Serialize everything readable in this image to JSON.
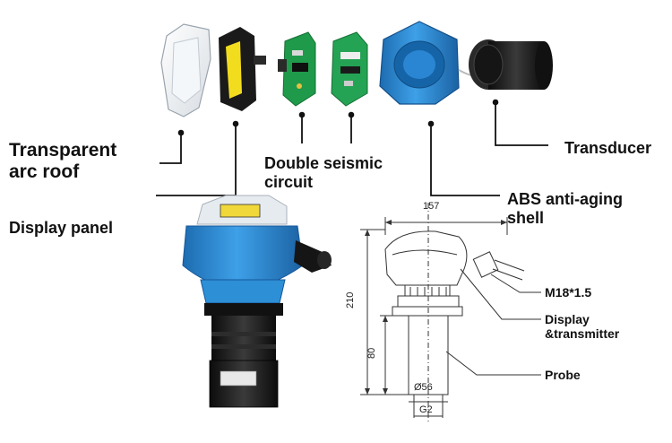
{
  "labels": {
    "transparent_arc_roof": [
      "Transparent",
      "arc roof"
    ],
    "display_panel": "Display panel",
    "double_seismic_circuit": [
      "Double seismic",
      "circuit"
    ],
    "abs_shell": [
      "ABS anti-aging",
      "shell"
    ],
    "transducer": "Transducer"
  },
  "drawing": {
    "width": "157",
    "height": "210",
    "probe_length": "80",
    "diameter": "Ø56",
    "thread": "G2",
    "cable_thread": "M18*1.5",
    "display_transmitter": [
      "Display",
      "&transmitter"
    ],
    "probe": "Probe"
  },
  "colors": {
    "housing_blue": "#2f8fd8",
    "housing_dark_blue": "#1f6fb6",
    "pcb_green": "#1f9a4a",
    "display_yellow": "#f2dc1e",
    "black_part": "#1a1a1a",
    "drawing_line": "#333333"
  }
}
